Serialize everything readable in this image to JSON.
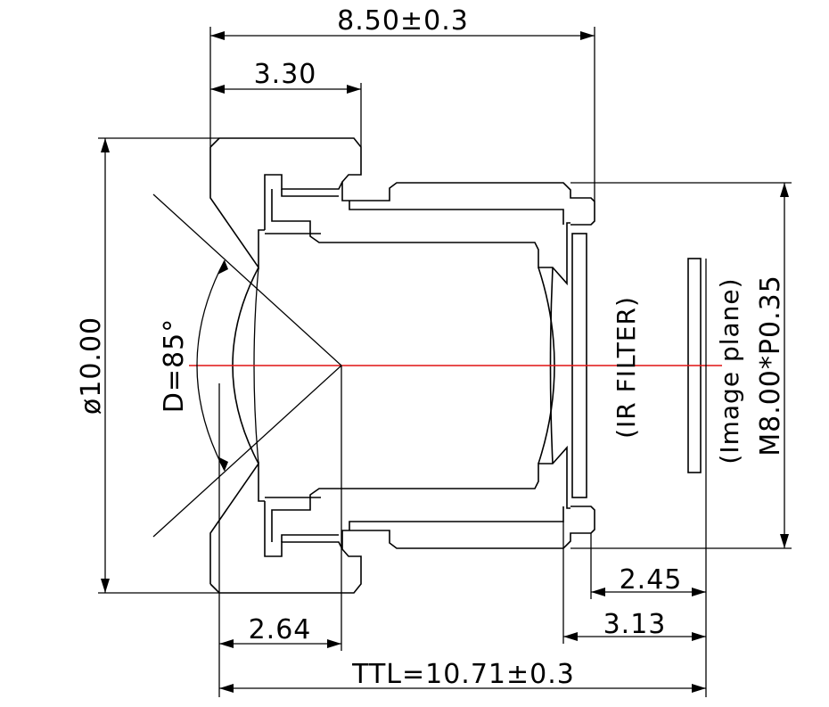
{
  "dimensions": {
    "overall_length": "8.50±0.3",
    "front_section": "3.30",
    "outer_diameter": "ø10.00",
    "fov_angle": "D=85°",
    "lens_to_flange": "2.64",
    "back_focal_2_45": "2.45",
    "back_focal_3_13": "3.13",
    "total_track_length": "TTL=10.71±0.3",
    "thread_spec": "M8.00*P0.35"
  },
  "labels": {
    "ir_filter": "(IR FILTER)",
    "image_plane": "(Image plane)"
  },
  "colors": {
    "line": "#000000",
    "optical_axis": "#e01010",
    "background": "#ffffff"
  }
}
